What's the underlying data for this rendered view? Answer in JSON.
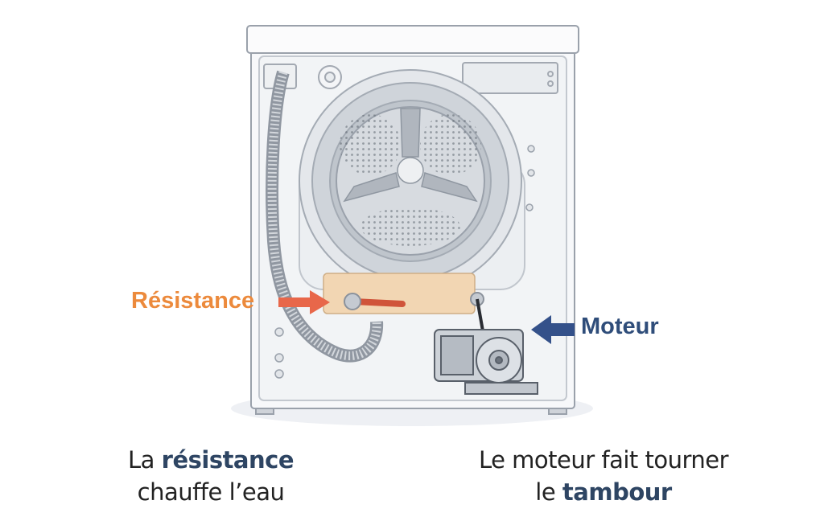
{
  "labels": {
    "resistance": "Résistance",
    "motor": "Moteur"
  },
  "captions": {
    "left": {
      "prefix": "La ",
      "bold": "résistance",
      "line2": "chauffe l’eau"
    },
    "right": {
      "line1": "Le moteur fait tourner",
      "prefix": "le ",
      "bold": "tambour"
    }
  },
  "colors": {
    "resistance_label": "#ec8a3c",
    "resistance_arrow": "#e8674a",
    "motor_label": "#2f4d7a",
    "motor_arrow": "#34518a",
    "caption_bold": "#2e4563"
  }
}
